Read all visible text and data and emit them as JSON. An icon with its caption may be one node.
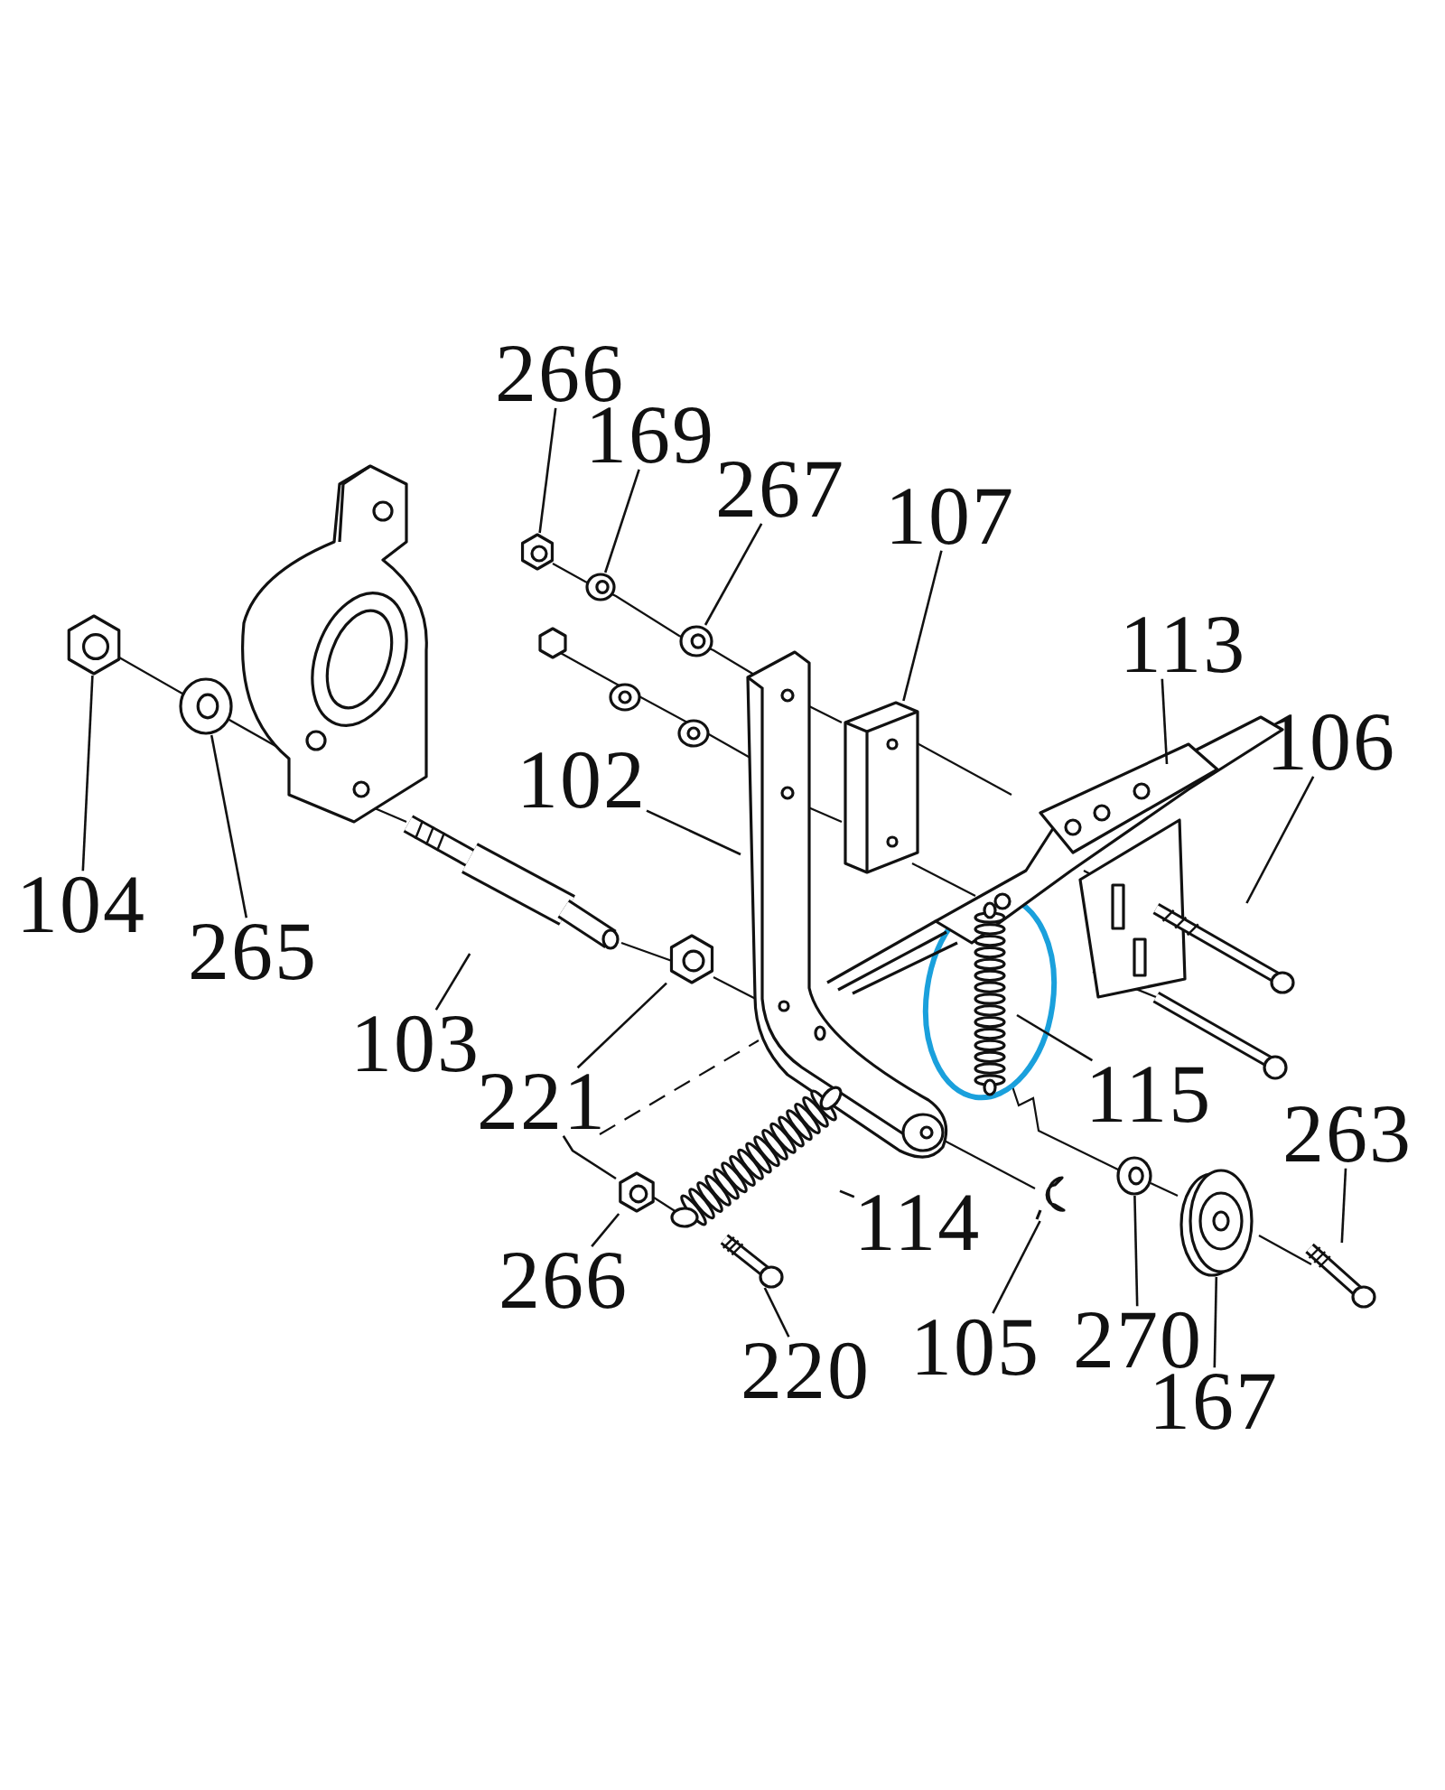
{
  "diagram": {
    "nodes": [
      {
        "text": [
          "266"
        ]
      },
      {
        "text": [],
        "shape": "picture"
      },
      {
        "text": [
          "169"
        ]
      },
      {
        "text": [],
        "shape": "picture"
      },
      {
        "text": [
          "267"
        ]
      },
      {
        "text": [],
        "shape": "picture"
      },
      {
        "text": [
          "107"
        ]
      },
      {
        "text": [],
        "shape": "picture"
      },
      {
        "text": [
          "113"
        ]
      },
      {
        "text": [],
        "shape": "picture"
      },
      {
        "text": [
          "106"
        ]
      },
      {
        "text": [],
        "shape": "picture"
      },
      {
        "text": [
          "102"
        ]
      },
      {
        "text": [],
        "shape": "picture"
      },
      {
        "text": [
          "104"
        ]
      },
      {
        "text": [],
        "shape": "picture"
      },
      {
        "text": [
          "265"
        ]
      },
      {
        "text": [],
        "shape": "picture"
      },
      {
        "text": [
          "103"
        ]
      },
      {
        "text": [],
        "shape": "picture"
      },
      {
        "text": [
          "221"
        ]
      },
      {
        "text": [],
        "shape": "picture"
      },
      {
        "text": [
          "115"
        ]
      },
      {
        "text": [],
        "shape": "picture"
      },
      {
        "text": [
          "263"
        ]
      },
      {
        "text": [],
        "shape": "picture"
      },
      {
        "text": [
          "114"
        ]
      },
      {
        "text": [],
        "shape": "picture"
      },
      {
        "text": [
          "266"
        ]
      },
      {
        "text": [],
        "shape": "picture"
      },
      {
        "text": [
          "220"
        ]
      },
      {
        "text": [],
        "shape": "picture"
      },
      {
        "text": [
          "105"
        ]
      },
      {
        "text": [],
        "shape": "picture"
      },
      {
        "text": [
          "270"
        ]
      },
      {
        "text": [],
        "shape": "picture"
      },
      {
        "text": [
          "167"
        ]
      },
      {
        "text": [],
        "shape": "picture"
      }
    ],
    "edges": [
      {
        "from": 0,
        "to": 1,
        "arrow": "none"
      },
      {
        "from": 2,
        "to": 3,
        "arrow": "none"
      },
      {
        "from": 4,
        "to": 5,
        "arrow": "none"
      },
      {
        "from": 6,
        "to": 7,
        "arrow": "none"
      },
      {
        "from": 8,
        "to": 9,
        "arrow": "none"
      },
      {
        "from": 10,
        "to": 11,
        "arrow": "none"
      },
      {
        "from": 12,
        "to": 13,
        "arrow": "none"
      },
      {
        "from": 14,
        "to": 15,
        "arrow": "none"
      },
      {
        "from": 16,
        "to": 17,
        "arrow": "none"
      },
      {
        "from": 18,
        "to": 19,
        "arrow": "none"
      },
      {
        "from": 20,
        "to": 21,
        "arrow": "none"
      },
      {
        "from": 20,
        "to": 29,
        "arrow": "none"
      },
      {
        "from": 22,
        "to": 23,
        "arrow": "none"
      },
      {
        "from": 24,
        "to": 25,
        "arrow": "none"
      },
      {
        "from": 26,
        "to": 27,
        "arrow": "none"
      },
      {
        "from": 28,
        "to": 29,
        "arrow": "none"
      },
      {
        "from": 30,
        "to": 31,
        "arrow": "none"
      },
      {
        "from": 32,
        "to": 33,
        "arrow": "none"
      },
      {
        "from": 34,
        "to": 35,
        "arrow": "none"
      },
      {
        "from": 36,
        "to": 37,
        "arrow": "none"
      }
    ]
  }
}
